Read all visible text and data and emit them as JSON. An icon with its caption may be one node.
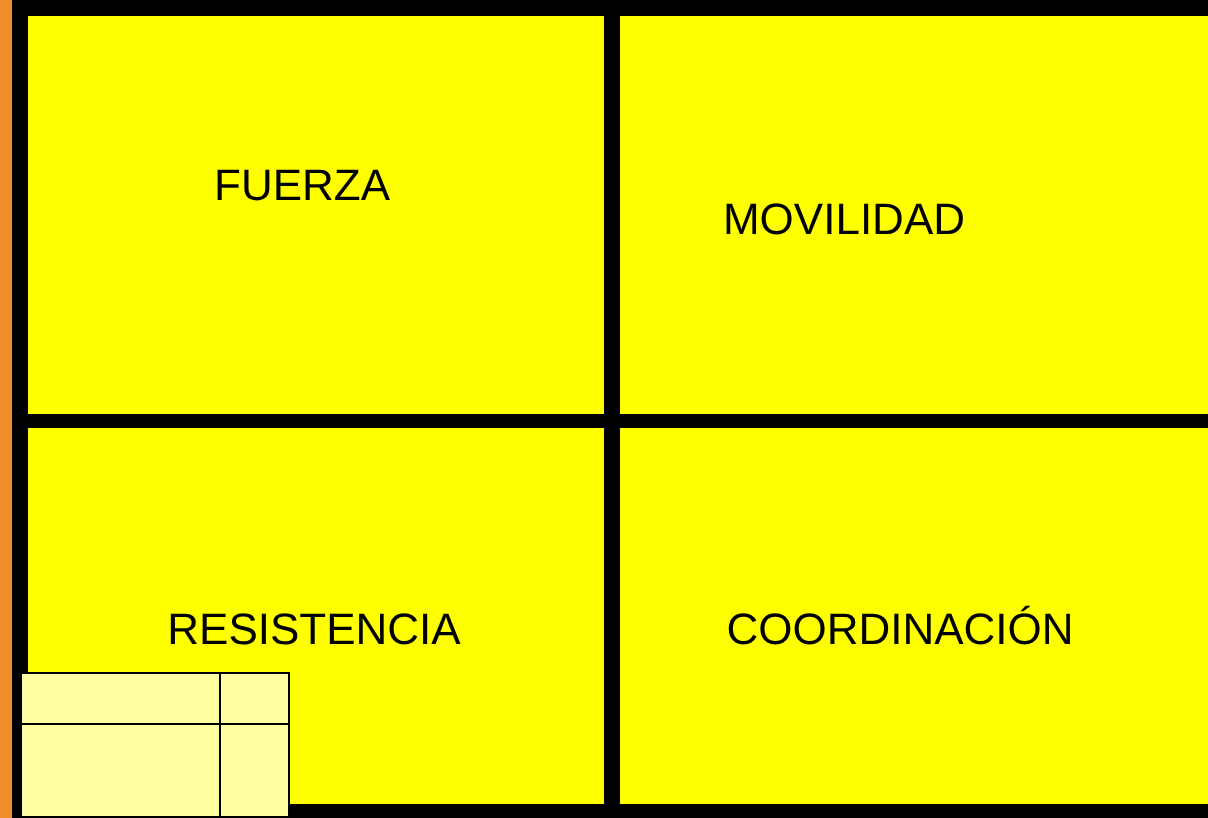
{
  "diagram": {
    "nodes": [
      {
        "text": [
          "FUERZA"
        ]
      },
      {
        "text": [
          "MOVILIDAD"
        ]
      },
      {
        "text": [
          "RESISTENCIA"
        ]
      },
      {
        "text": [
          "COORDINACIÓN"
        ]
      }
    ],
    "edges": []
  }
}
